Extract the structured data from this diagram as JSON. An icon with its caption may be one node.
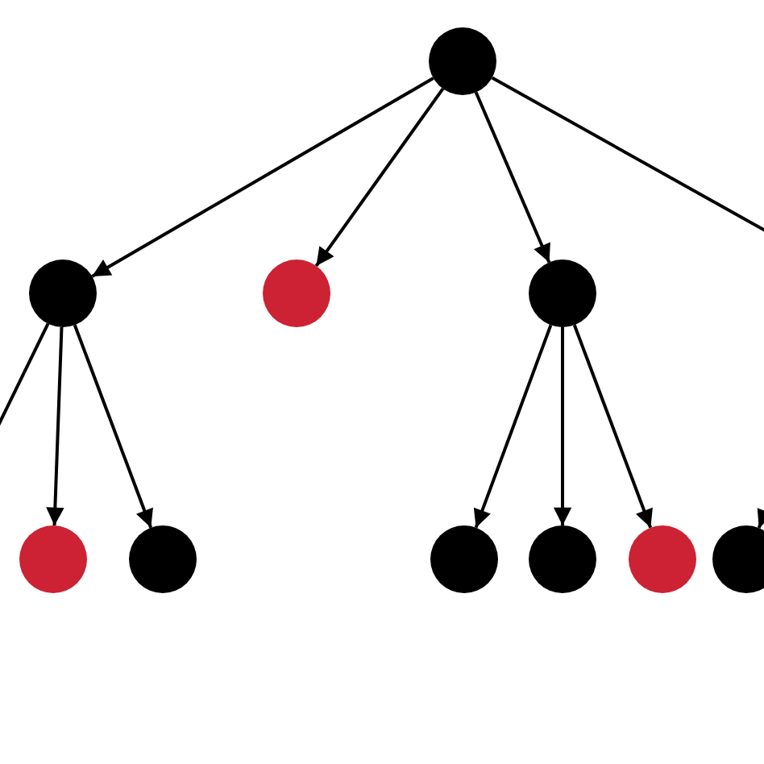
{
  "diagram": {
    "nodes": [
      {
        "text": [],
        "shape": "circle"
      },
      {
        "text": [],
        "shape": "circle"
      },
      {
        "text": [],
        "shape": "circle"
      },
      {
        "text": [],
        "shape": "circle"
      },
      {
        "text": [],
        "shape": "circle"
      },
      {
        "text": [],
        "shape": "circle"
      },
      {
        "text": [],
        "shape": "circle"
      },
      {
        "text": [],
        "shape": "circle"
      },
      {
        "text": [],
        "shape": "circle"
      },
      {
        "text": [],
        "shape": "circle"
      }
    ],
    "edges": [
      {
        "from": 0,
        "to": 1,
        "arrow": "to"
      },
      {
        "from": 0,
        "to": 2,
        "arrow": "to"
      },
      {
        "from": 0,
        "to": 3,
        "arrow": "to"
      },
      {
        "from": 0,
        "to": null,
        "arrow": "none"
      },
      {
        "from": 1,
        "to": null,
        "arrow": "none"
      },
      {
        "from": 1,
        "to": 4,
        "arrow": "to"
      },
      {
        "from": 1,
        "to": 5,
        "arrow": "to"
      },
      {
        "from": 3,
        "to": 6,
        "arrow": "to"
      },
      {
        "from": 3,
        "to": 7,
        "arrow": "to"
      },
      {
        "from": 3,
        "to": 8,
        "arrow": "to"
      },
      {
        "from": null,
        "to": 9,
        "arrow": "to"
      }
    ]
  }
}
